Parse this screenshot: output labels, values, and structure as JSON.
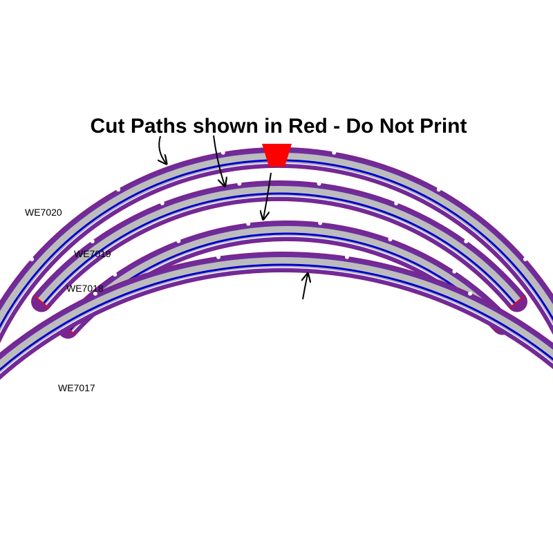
{
  "title": "Cut Paths shown in Red - Do Not Print",
  "colors": {
    "outer": "#7a2590",
    "inner": "#6d2e9c",
    "rail": "#bcbcbc",
    "stripe": "#0000cc",
    "highlight": "#ffffff",
    "cut": "#ff0000",
    "arrow": "#000000"
  },
  "tracks": [
    {
      "label": "WE7020"
    },
    {
      "label": "WE7019"
    },
    {
      "label": "WE7018"
    },
    {
      "label": "WE7017"
    }
  ]
}
